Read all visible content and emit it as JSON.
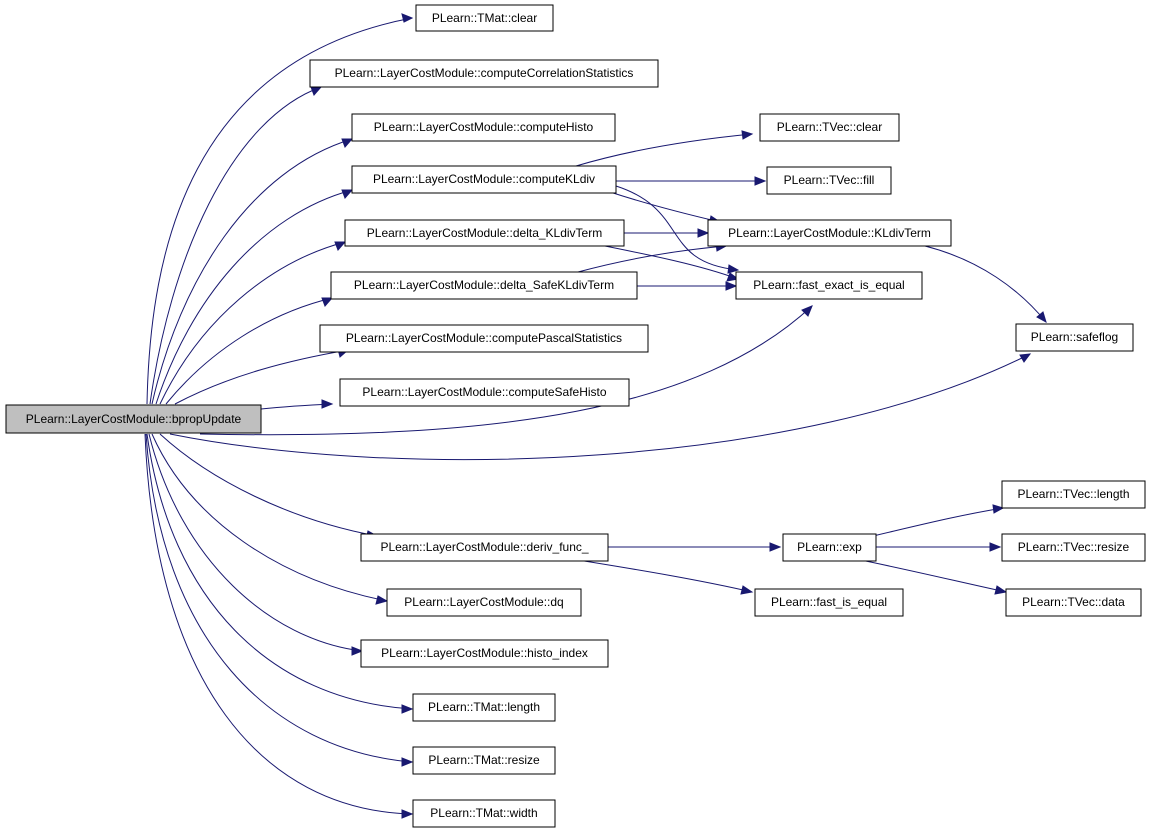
{
  "colors": {
    "edge": "#191970",
    "node_fill": "#ffffff",
    "root_fill": "#bfbfbf",
    "border": "#000000"
  },
  "nodes": {
    "root": "PLearn::LayerCostModule::bpropUpdate",
    "tmat_clear": "PLearn::TMat::clear",
    "compute_correlation_statistics": "PLearn::LayerCostModule::computeCorrelationStatistics",
    "compute_histo": "PLearn::LayerCostModule::computeHisto",
    "compute_kldiv": "PLearn::LayerCostModule::computeKLdiv",
    "delta_kldiv_term": "PLearn::LayerCostModule::delta_KLdivTerm",
    "delta_safe_kldiv_term": "PLearn::LayerCostModule::delta_SafeKLdivTerm",
    "compute_pascal_statistics": "PLearn::LayerCostModule::computePascalStatistics",
    "compute_safe_histo": "PLearn::LayerCostModule::computeSafeHisto",
    "deriv_func": "PLearn::LayerCostModule::deriv_func_",
    "dq": "PLearn::LayerCostModule::dq",
    "histo_index": "PLearn::LayerCostModule::histo_index",
    "tmat_length": "PLearn::TMat::length",
    "tmat_resize": "PLearn::TMat::resize",
    "tmat_width": "PLearn::TMat::width",
    "tvec_clear": "PLearn::TVec::clear",
    "tvec_fill": "PLearn::TVec::fill",
    "kldiv_term": "PLearn::LayerCostModule::KLdivTerm",
    "fast_exact_is_equal": "PLearn::fast_exact_is_equal",
    "safeflog": "PLearn::safeflog",
    "exp": "PLearn::exp",
    "fast_is_equal": "PLearn::fast_is_equal",
    "tvec_length": "PLearn::TVec::length",
    "tvec_resize": "PLearn::TVec::resize",
    "tvec_data": "PLearn::TVec::data"
  }
}
